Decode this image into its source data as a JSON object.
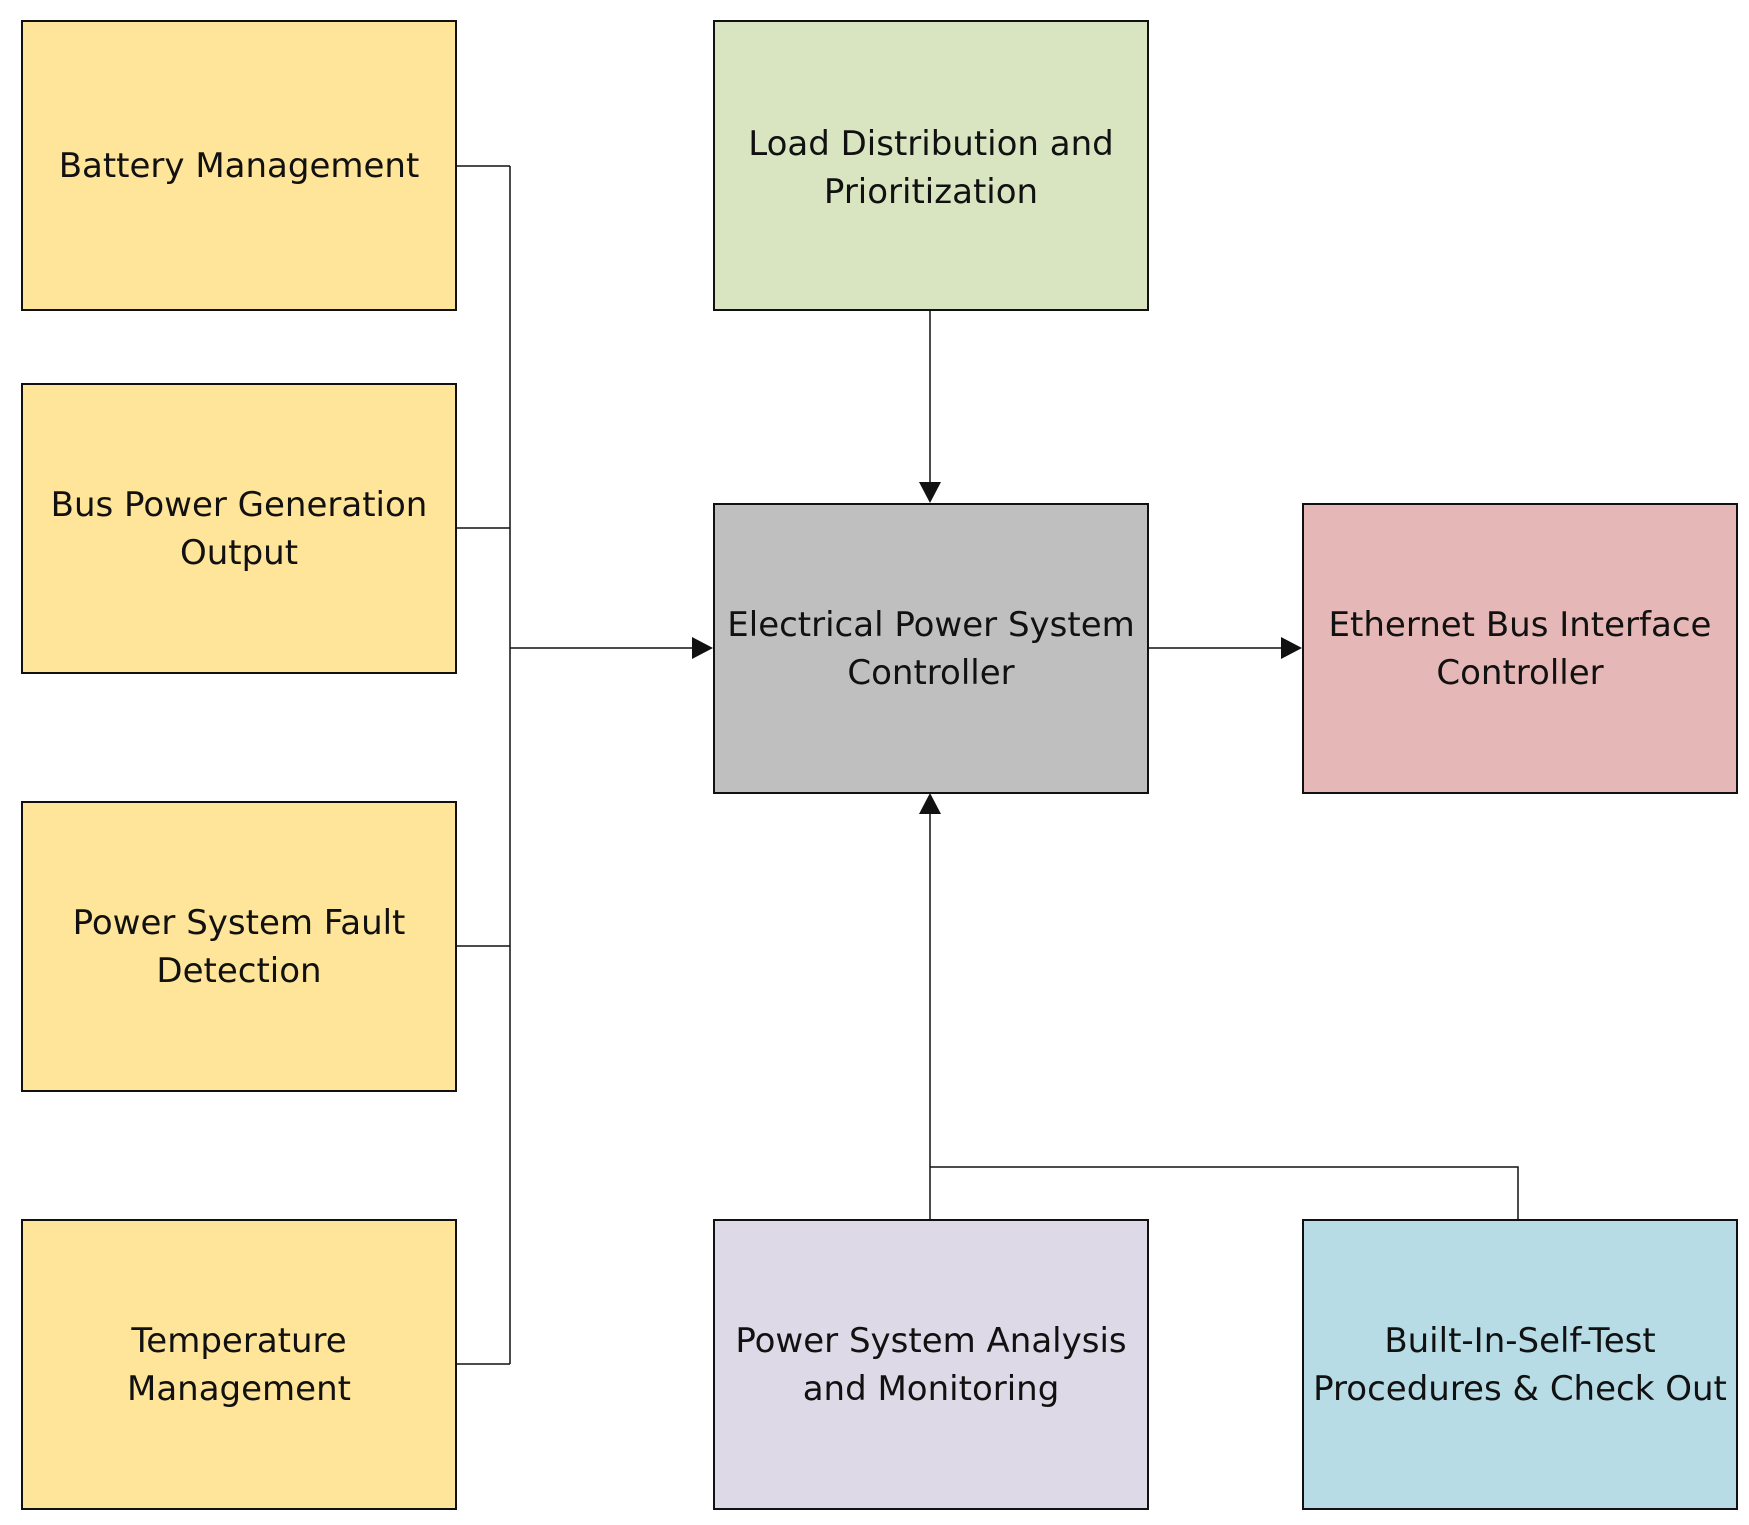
{
  "colors": {
    "yellow": "#FFE599",
    "green": "#D9E5C1",
    "gray": "#BFBFBF",
    "red": "#E5B8B7",
    "lavender": "#DDD9E6",
    "blue": "#B7DCE6",
    "line": "#111111"
  },
  "nodes": {
    "battery": {
      "label": "Battery Management"
    },
    "bus_power": {
      "label": "Bus Power Generation Output"
    },
    "fault": {
      "label": "Power System Fault Detection"
    },
    "temperature": {
      "label": "Temperature Management"
    },
    "load": {
      "label": "Load Distribution and Prioritization"
    },
    "eps": {
      "label": "Electrical Power System Controller"
    },
    "ethernet": {
      "label": "Ethernet Bus Interface Controller"
    },
    "analysis": {
      "label": "Power System Analysis and Monitoring"
    },
    "bist": {
      "label": "Built-In-Self-Test Procedures & Check Out"
    }
  },
  "edges": [
    {
      "from": "battery",
      "to": "eps"
    },
    {
      "from": "bus_power",
      "to": "eps"
    },
    {
      "from": "fault",
      "to": "eps"
    },
    {
      "from": "temperature",
      "to": "eps"
    },
    {
      "from": "load",
      "to": "eps"
    },
    {
      "from": "eps",
      "to": "ethernet"
    },
    {
      "from": "analysis",
      "to": "eps"
    },
    {
      "from": "bist",
      "to": "eps"
    }
  ]
}
